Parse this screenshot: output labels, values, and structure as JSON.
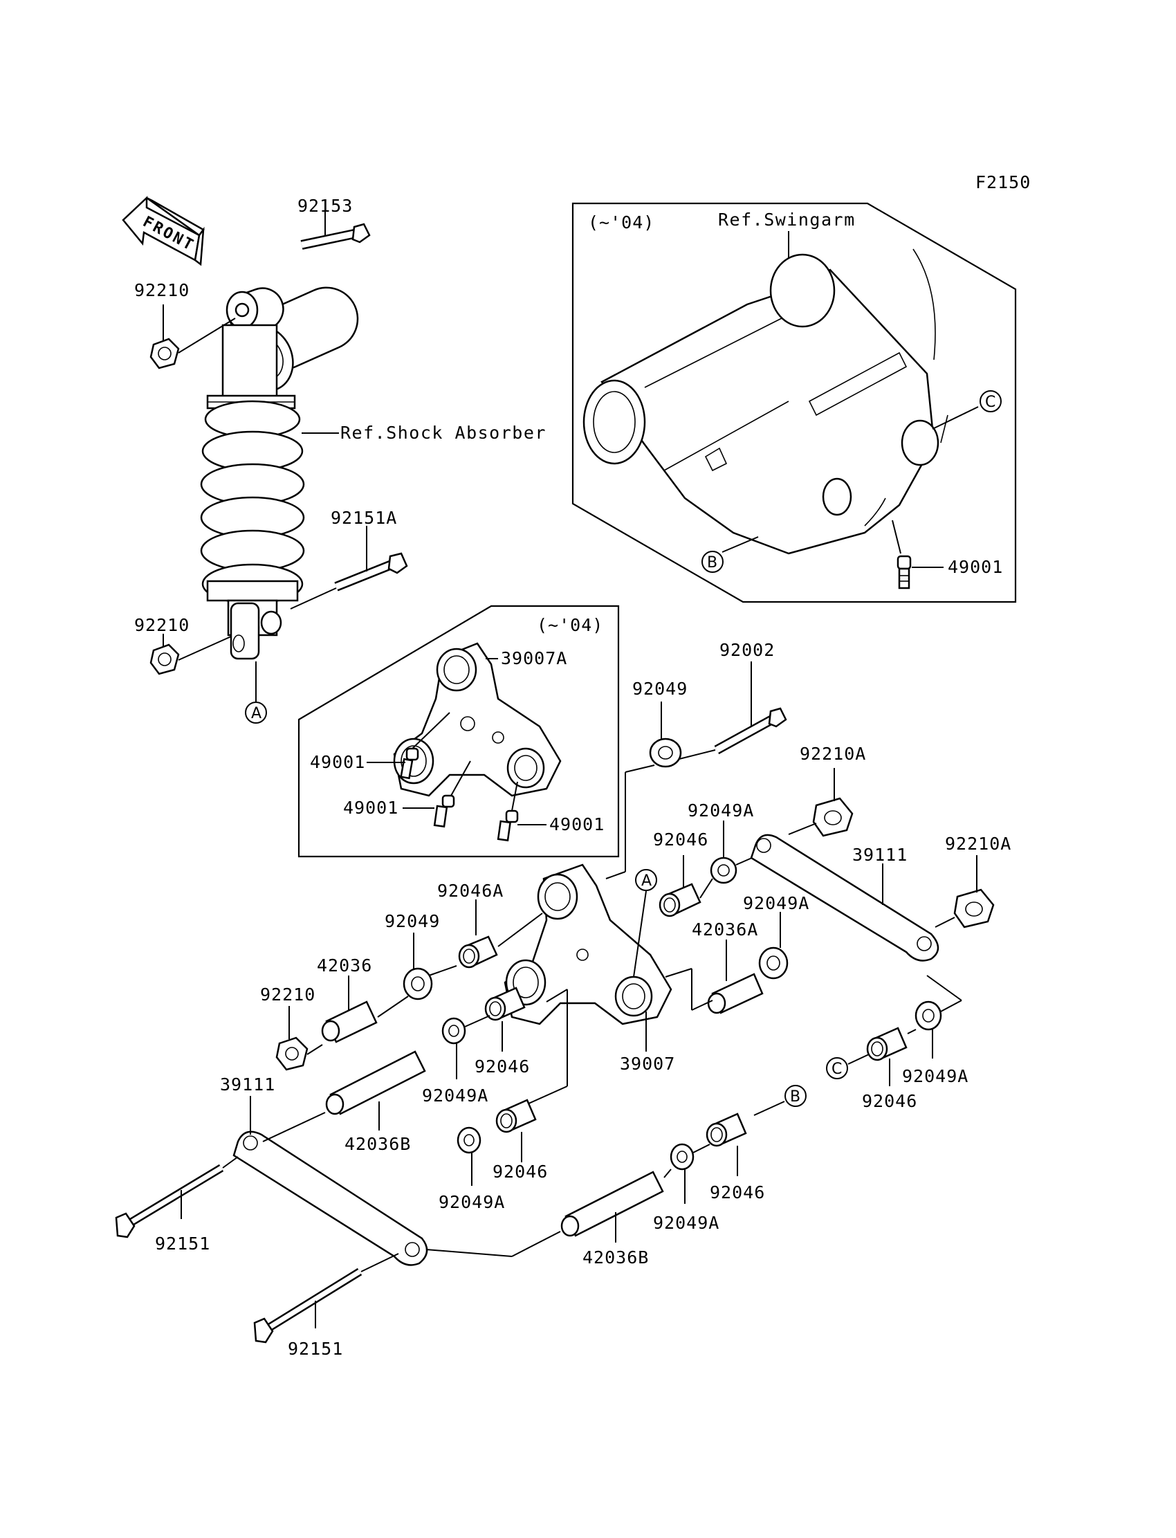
{
  "figure_code": "F2150",
  "front_label": "FRONT",
  "refs": {
    "shock_absorber": "Ref.Shock Absorber",
    "swingarm": "Ref.Swingarm",
    "year_swingarm": "(~'04)",
    "year_rocker": "(~'04)"
  },
  "markers": {
    "a": "A",
    "b": "B",
    "c": "C"
  },
  "labels": {
    "p92153": "92153",
    "p92210_top": "92210",
    "p92151A": "92151A",
    "p92210_mid": "92210",
    "p39007A": "39007A",
    "p49001_a": "49001",
    "p49001_b": "49001",
    "p49001_c": "49001",
    "p49001_sw": "49001",
    "p92002": "92002",
    "p92049_top": "92049",
    "p92210A_a": "92210A",
    "p92049A_a": "92049A",
    "p92046_a": "92046",
    "p39111_r": "39111",
    "p92210A_b": "92210A",
    "p92046A": "92046A",
    "p92049A_b": "92049A",
    "p92049_mid": "92049",
    "p42036A": "42036A",
    "p42036": "42036",
    "p92210_low": "92210",
    "p39007": "39007",
    "p92046_b": "92046",
    "p92049A_c": "92049A",
    "p39111_l": "39111",
    "p42036B_a": "42036B",
    "p92046_c": "92046",
    "p92049A_d": "92049A",
    "p92046_d": "92046",
    "p92049A_e": "92049A",
    "p92046_e": "92046",
    "p92049A_f": "92049A",
    "p92151_a": "92151",
    "p42036B_b": "42036B",
    "p92151_b": "92151"
  }
}
